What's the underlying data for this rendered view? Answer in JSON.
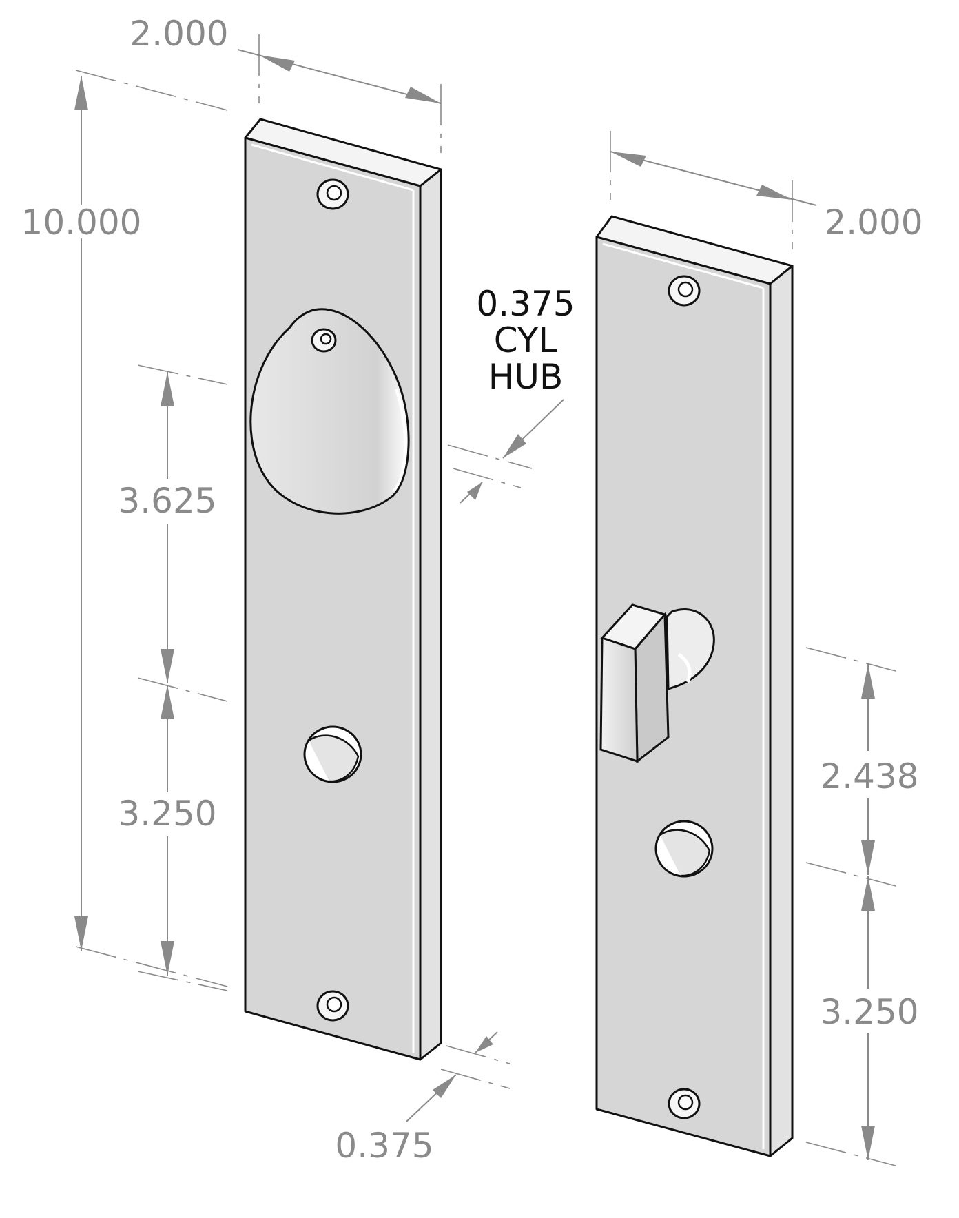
{
  "dimensions": {
    "left_width": "2.000",
    "right_width": "2.000",
    "overall_height": "10.000",
    "left_upper_spacing": "3.625",
    "left_lower_spacing": "3.250",
    "right_upper_spacing": "2.438",
    "right_lower_spacing": "3.250",
    "plate_thickness": "0.375"
  },
  "callout": {
    "line1": "0.375",
    "line2": "CYL",
    "line3": "HUB"
  }
}
